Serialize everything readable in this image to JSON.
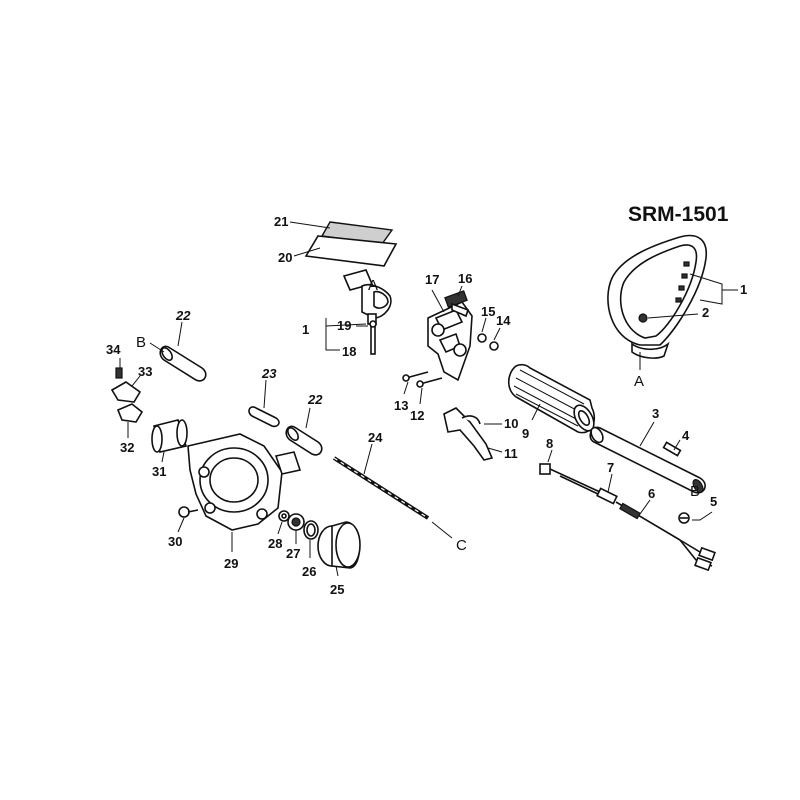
{
  "title": "SRM-1501",
  "labels": {
    "p1a": "1",
    "p1b": "1",
    "p2": "2",
    "p3": "3",
    "p4": "4",
    "p5": "5",
    "p6": "6",
    "p7": "7",
    "p8": "8",
    "p9": "9",
    "p10": "10",
    "p11": "11",
    "p12": "12",
    "p13": "13",
    "p14": "14",
    "p15": "15",
    "p16": "16",
    "p17": "17",
    "p18": "18",
    "p19": "19",
    "p20": "20",
    "p21": "21",
    "p22a": "22",
    "p22b": "22",
    "p23": "23",
    "p24": "24",
    "p25": "25",
    "p26": "26",
    "p27": "27",
    "p28": "28",
    "p29": "29",
    "p30": "30",
    "p31": "31",
    "p32": "32",
    "p33": "33",
    "p34": "34"
  },
  "refs": {
    "a1": "A",
    "a2": "A",
    "b1": "B",
    "b2": "B",
    "c1": "C"
  }
}
